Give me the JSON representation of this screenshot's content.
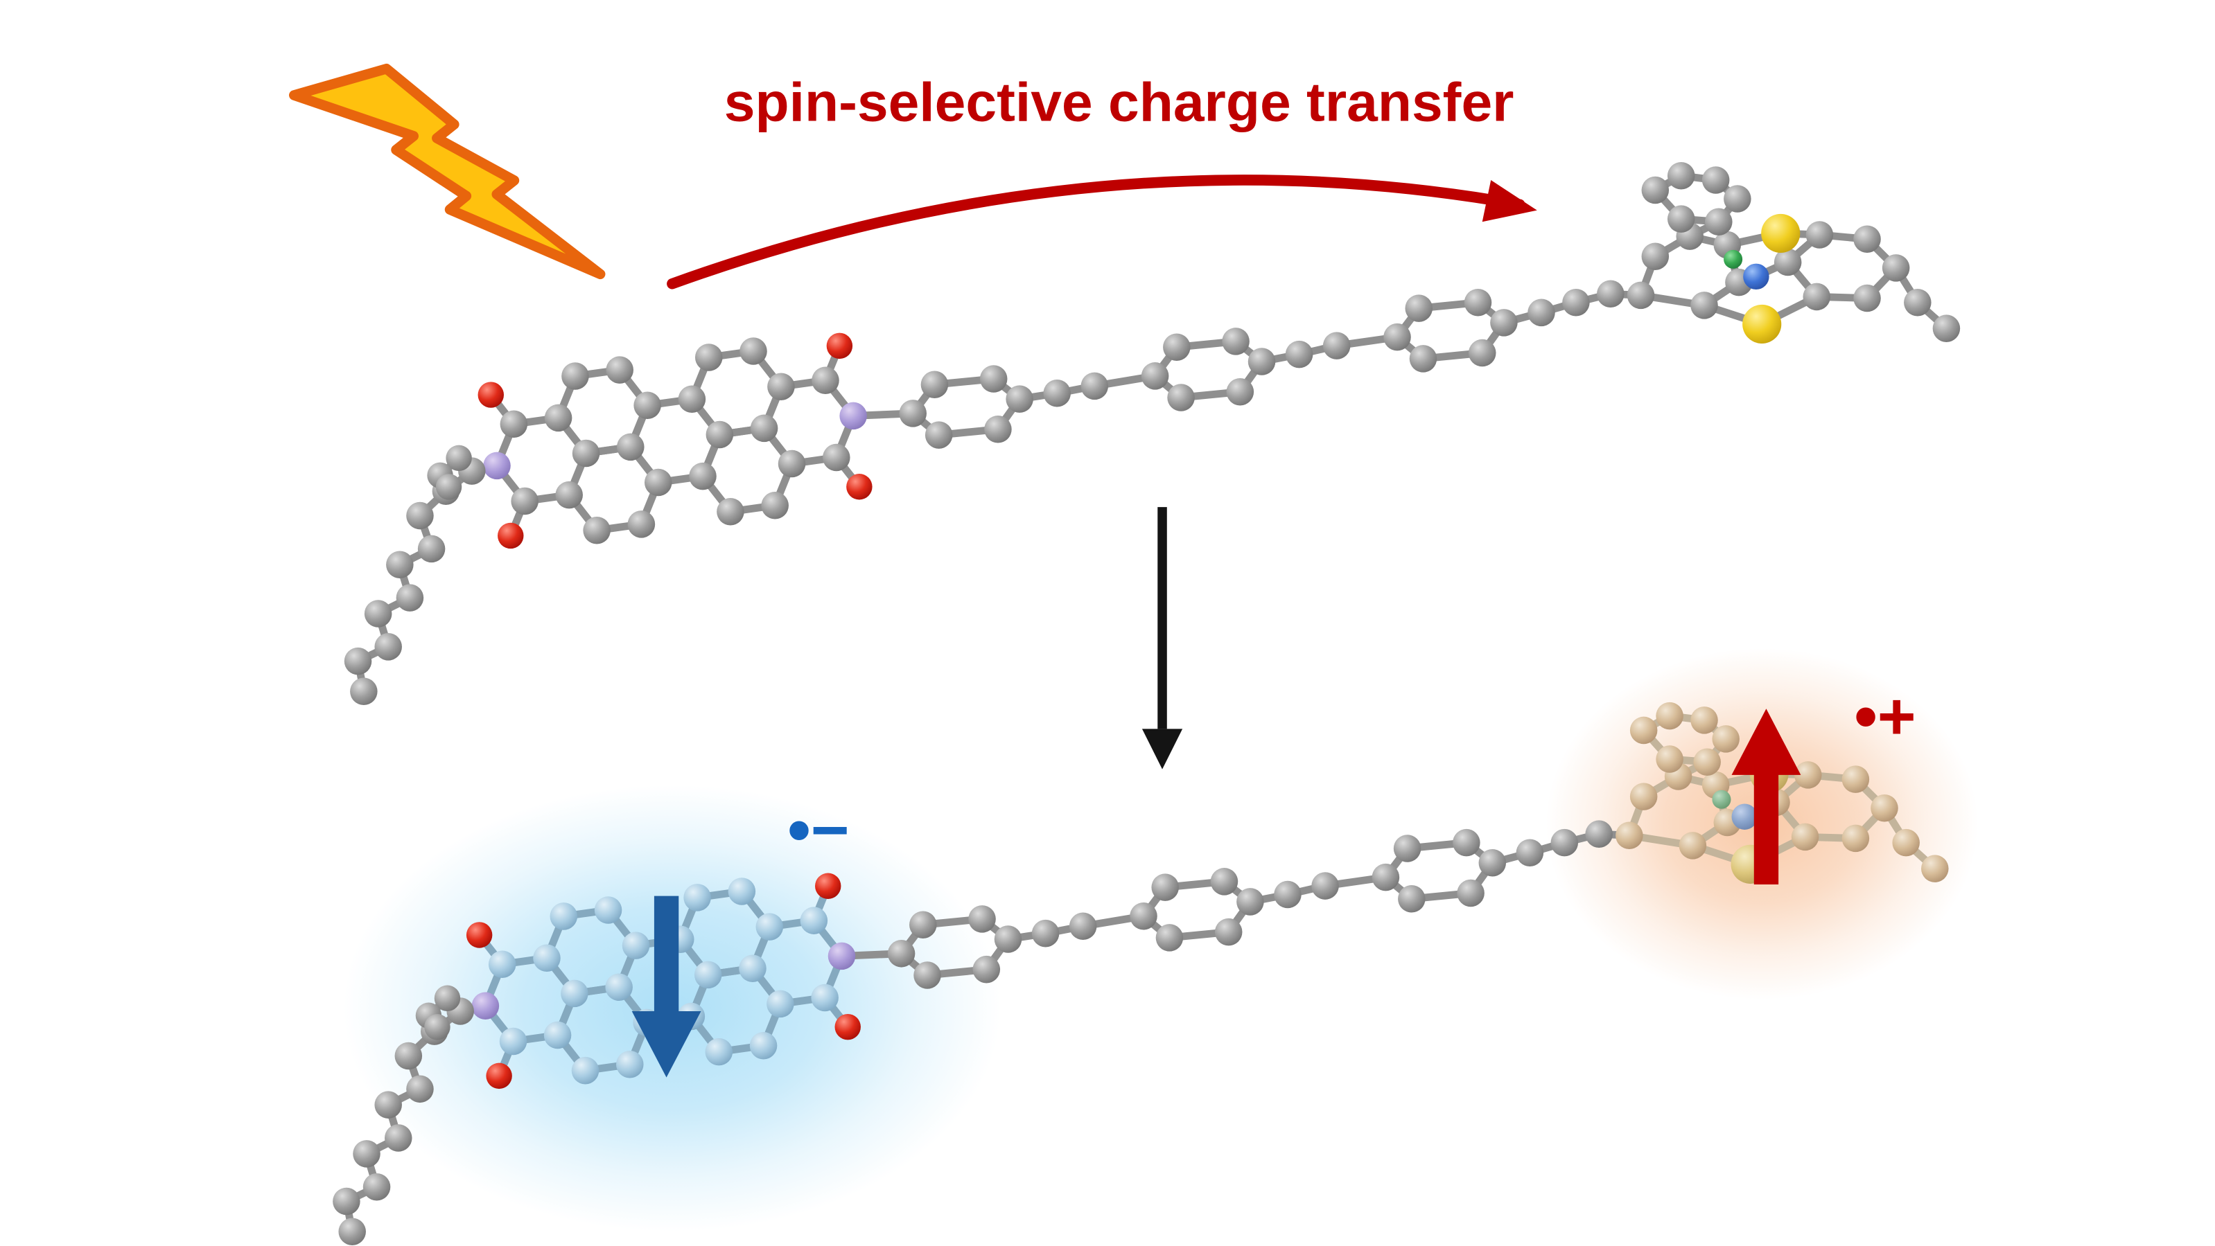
{
  "title": {
    "label": "spin-selective charge transfer",
    "color": "#BE0000"
  },
  "labels": {
    "radical_anion": "•−",
    "radical_cation": "•+"
  },
  "colors": {
    "accent_red": "#BE0000",
    "spin_down_blue": "#1E5C9E",
    "spin_up_red": "#C00000",
    "anion_label_blue": "#1565C0",
    "black_arrow": "#141414",
    "lightning_fill": "#FFC10E",
    "lightning_stroke": "#E8650D",
    "blue_glow": "#7CCDF3",
    "orange_glow": "#F39E60",
    "background": "#FFFFFF"
  },
  "icons": {
    "lightning_bolt": "jagged-bolt-polygon",
    "charge_transfer_arrow": "curved-arc-with-arrowhead",
    "reaction_arrow": "straight-down-arrow",
    "spin_down_arrow": "thick-block-down-arrow",
    "spin_up_arrow": "thick-block-up-arrow"
  },
  "molecule": {
    "atom_colors": {
      "carbon": "#9A9A9A",
      "carbon_reduced": "#A9CDE3",
      "carbon_oxidized": "#D6BB97",
      "oxygen": "#E02A18",
      "imide_nitrogen": "#AC9CDA",
      "donor_nitrogen": "#3F73D6",
      "sulfur": "#F0CE20",
      "green_atom": "#38AA52",
      "bond": "#8F8F8F"
    }
  }
}
